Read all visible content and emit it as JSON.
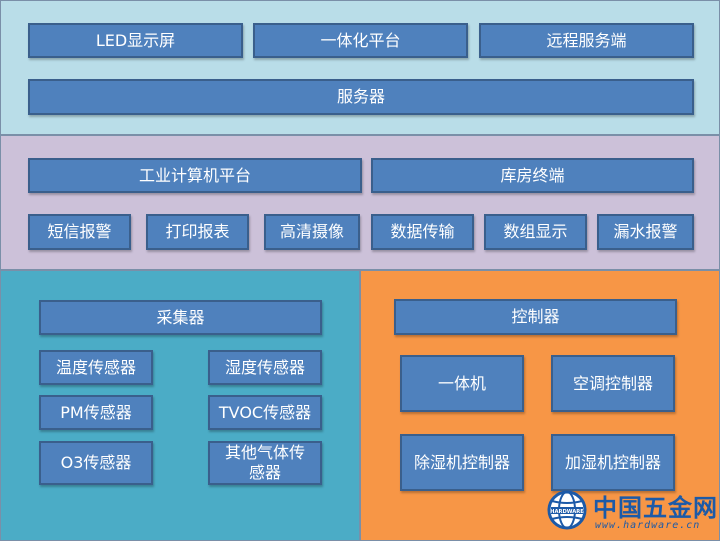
{
  "colors": {
    "top_layer_bg": "#b9dde8",
    "mid_layer_bg": "#ccc1d9",
    "left_layer_bg": "#4bacc6",
    "right_layer_bg": "#f79646",
    "box_fill": "#4f81bd",
    "box_border": "#3a5f8c"
  },
  "top_layer": {
    "led_screen": "LED显示屏",
    "integrated_platform": "一体化平台",
    "remote_service": "远程服务端",
    "server": "服务器"
  },
  "middle_layer": {
    "industrial_computer_platform": "工业计算机平台",
    "warehouse_terminal": "库房终端",
    "functions": [
      "短信报警",
      "打印报表",
      "高清摄像",
      "数据传输",
      "数组显示",
      "漏水报警"
    ]
  },
  "collector_section": {
    "collector": "采集器",
    "sensors": [
      "温度传感器",
      "湿度传感器",
      "PM传感器",
      "TVOC传感器",
      "O3传感器",
      "其他气体传\n感器"
    ]
  },
  "controller_section": {
    "controller": "控制器",
    "devices": [
      "一体机",
      "空调控制器",
      "除湿机控制器",
      "加湿机控制器"
    ]
  },
  "watermark": {
    "name": "中国五金网",
    "url": "www.hardware.cn",
    "globe_text": "HARDWARE"
  }
}
